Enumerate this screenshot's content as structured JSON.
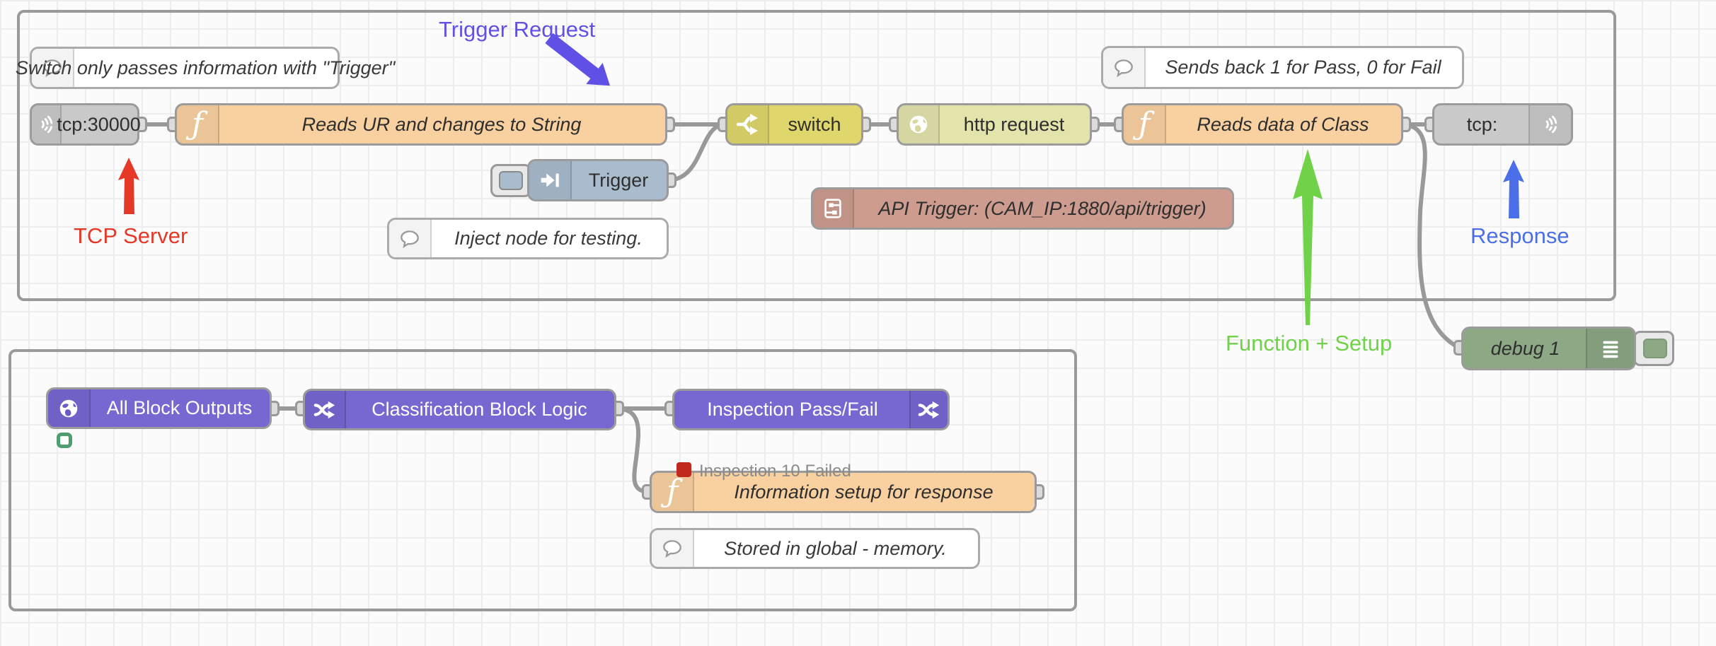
{
  "app": {
    "name": "Node-RED flow editor canvas"
  },
  "colors": {
    "background": "#FBFBFB",
    "grid_line": "#EDEDED",
    "group_border": "#9A9A9A",
    "wire": "#999999",
    "node_gray": "#C9C9C9",
    "node_function_orange": "#F9D1A0",
    "node_switch_olive": "#DFD76B",
    "node_http_pale": "#E3E3AC",
    "node_inject_blue": "#A9BCCD",
    "node_link_rose": "#CD9C8F",
    "node_debug_green": "#8CA885",
    "node_purple": "#7667D1",
    "status_red": "#C02A1E",
    "status_ring_green": "#4E9D6F",
    "ann_purple": "#6150E6",
    "ann_red": "#E53826",
    "ann_blue": "#4A6FE8",
    "ann_green": "#70D248"
  },
  "nodes": [
    {
      "id": "tcp-in",
      "type": "tcp in",
      "label": "tcp:30000",
      "icon": "tcp-waves-icon",
      "color": "#C9C9C9"
    },
    {
      "id": "function-1",
      "type": "function",
      "label": "Reads UR and changes to String",
      "icon": "function-icon",
      "color": "#F9D1A0"
    },
    {
      "id": "switch",
      "type": "switch",
      "label": "switch",
      "icon": "switch-icon",
      "color": "#DFD76B"
    },
    {
      "id": "http-request",
      "type": "http request",
      "label": "http request",
      "icon": "globe-icon",
      "color": "#E3E3AC"
    },
    {
      "id": "function-2",
      "type": "function",
      "label": "Reads data of Class",
      "icon": "function-icon",
      "color": "#F9D1A0"
    },
    {
      "id": "tcp-out",
      "type": "tcp out",
      "label": "tcp:",
      "icon": "tcp-waves-icon",
      "color": "#C9C9C9"
    },
    {
      "id": "inject",
      "type": "inject",
      "label": "Trigger",
      "icon": "inject-icon",
      "color": "#A9BCCD"
    },
    {
      "id": "link-in",
      "type": "link in",
      "label": "API Trigger: (CAM_IP:1880/api/trigger)",
      "icon": "link-icon",
      "color": "#CD9C8F"
    },
    {
      "id": "debug",
      "type": "debug",
      "label": "debug 1",
      "icon": "list-icon",
      "color": "#8CA885"
    },
    {
      "id": "all-block-outputs",
      "type": "purple",
      "label": "All Block Outputs",
      "icon": "globe-icon",
      "color": "#7667D1"
    },
    {
      "id": "classification",
      "type": "purple",
      "label": "Classification Block Logic",
      "icon": "shuffle-icon",
      "color": "#7667D1"
    },
    {
      "id": "inspection",
      "type": "purple",
      "label": "Inspection Pass/Fail",
      "icon": "shuffle-icon",
      "color": "#7667D1"
    },
    {
      "id": "function-3",
      "type": "function",
      "label": "Information setup for response",
      "icon": "function-icon",
      "color": "#F9D1A0"
    }
  ],
  "comments": [
    {
      "label": "Switch only passes information with \"Trigger\""
    },
    {
      "label": "Inject node for testing."
    },
    {
      "label": "Sends back 1 for Pass, 0 for Fail"
    },
    {
      "label": "Stored in global - memory."
    }
  ],
  "statuses": {
    "all_block_outputs": {
      "shape": "ring",
      "color": "#4E9D6F",
      "text": ""
    },
    "inspection": {
      "shape": "dot",
      "color": "#C02A1E",
      "text": "Inspection 10 Failed"
    }
  },
  "annotations": [
    {
      "id": "trigger-request",
      "text": "Trigger Request",
      "color": "#6150E6"
    },
    {
      "id": "tcp-server",
      "text": "TCP Server",
      "color": "#E53826"
    },
    {
      "id": "response",
      "text": "Response",
      "color": "#4A6FE8"
    },
    {
      "id": "function-setup",
      "text": "Function + Setup",
      "color": "#70D248"
    }
  ]
}
